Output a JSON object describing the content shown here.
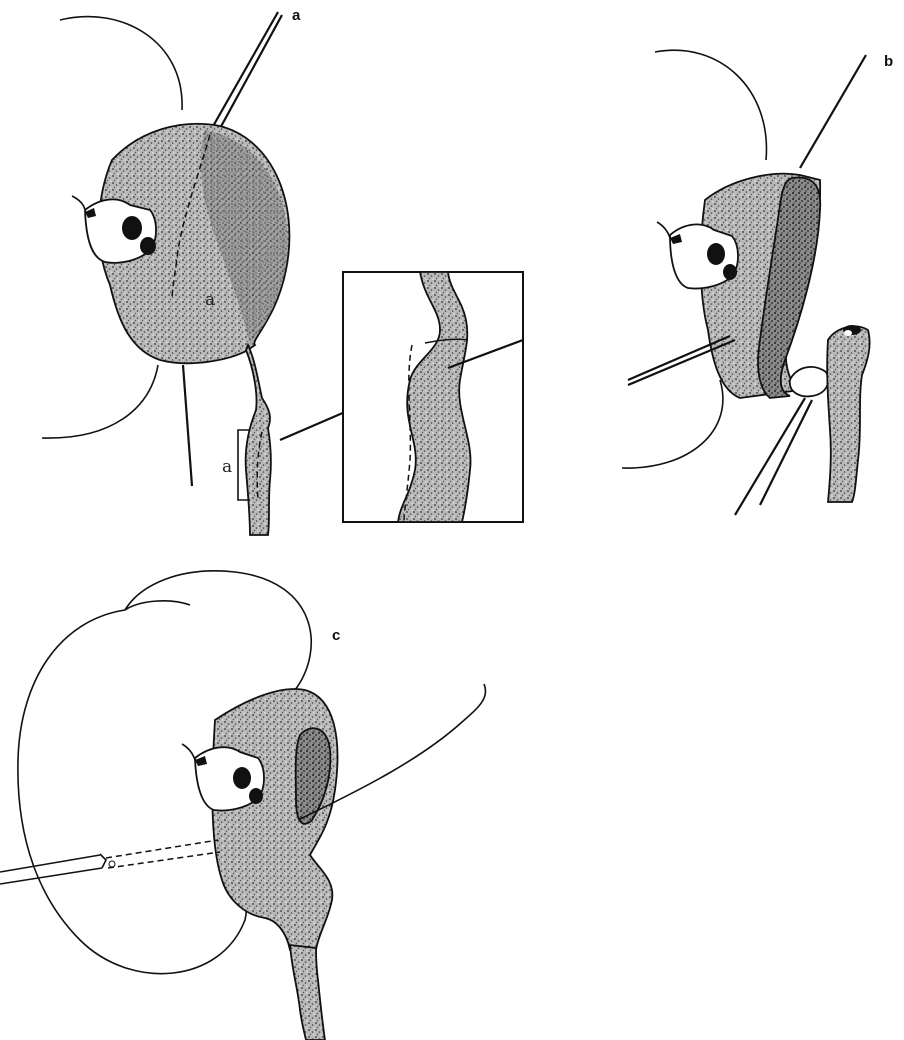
{
  "panels": {
    "a": {
      "label": "a",
      "marker": "a",
      "bracket_label": "a"
    },
    "b": {
      "label": "b"
    },
    "c": {
      "label": "c"
    }
  }
}
